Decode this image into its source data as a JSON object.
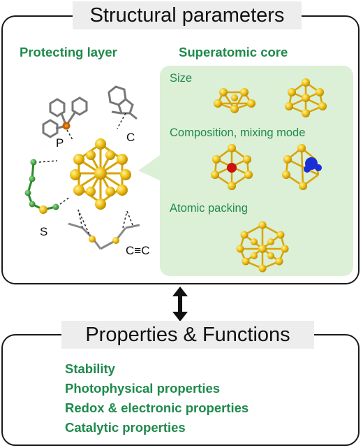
{
  "structural": {
    "title": "Structural parameters",
    "protecting_layer": {
      "heading": "Protecting layer",
      "ligand_labels": [
        "P",
        "C",
        "S",
        "C≡C"
      ]
    },
    "superatomic_core": {
      "heading": "Superatomic core",
      "panels": [
        "Size",
        "Composition, mixing mode",
        "Atomic packing"
      ]
    }
  },
  "properties": {
    "title": "Properties & Functions",
    "items": [
      "Stability",
      "Photophysical properties",
      "Redox & electronic properties",
      "Catalytic properties"
    ]
  },
  "colors": {
    "accent_green": "#1f8a4c",
    "panel_green": "#dcefd7",
    "gold": "#e8b815",
    "dopant_red": "#cc1111",
    "dopant_blue": "#1a2fd6"
  }
}
